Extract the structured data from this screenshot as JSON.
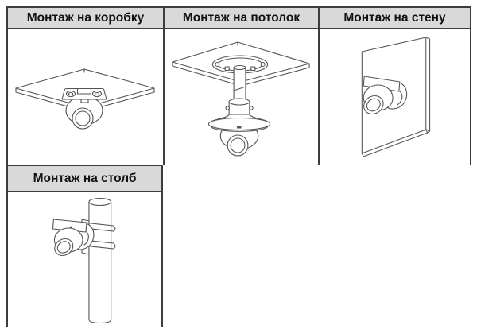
{
  "colors": {
    "header_bg": "#d9d9d9",
    "table_border": "#3d3d3d",
    "drawing_line": "#545454",
    "text": "#111111",
    "page_bg": "#ffffff"
  },
  "tables": {
    "main": {
      "columns": [
        {
          "header": "Монтаж на коробку",
          "diagram": "box-mount-diagram"
        },
        {
          "header": "Монтаж на потолок",
          "diagram": "ceiling-mount-diagram"
        },
        {
          "header": "Монтаж на стену",
          "diagram": "wall-mount-diagram"
        }
      ]
    },
    "secondary": {
      "columns": [
        {
          "header": "Монтаж на столб",
          "diagram": "pole-mount-diagram"
        }
      ]
    }
  }
}
